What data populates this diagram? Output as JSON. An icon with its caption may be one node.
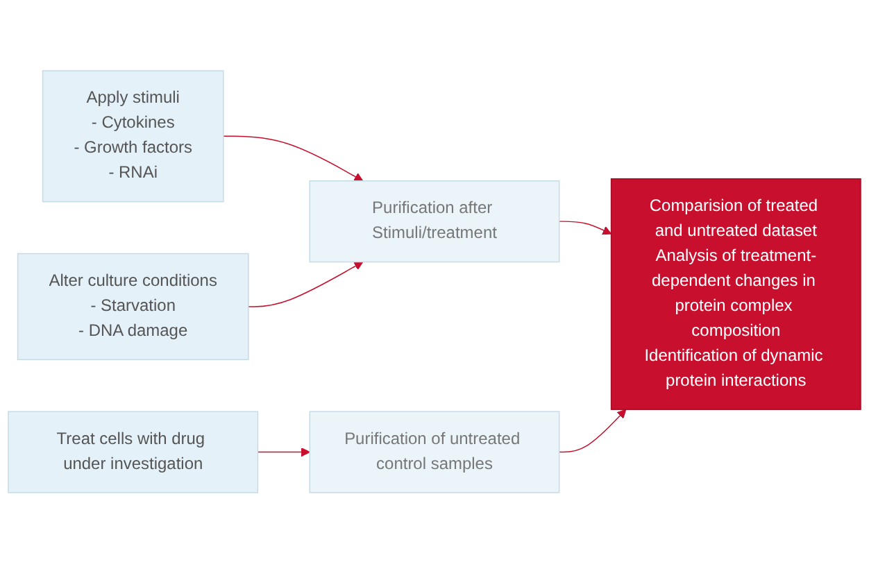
{
  "diagram": {
    "nodes": [
      {
        "text": [
          "Apply stimuli",
          "- Cytokines",
          "- Growth factors",
          "- RNAi"
        ]
      },
      {
        "text": [
          "Alter culture conditions",
          "- Starvation",
          "- DNA damage"
        ]
      },
      {
        "text": [
          "Treat cells with drug under investigation"
        ]
      },
      {
        "text": [
          "Purification after Stimuli/treatment"
        ]
      },
      {
        "text": [
          "Purification of untreated control samples"
        ]
      },
      {
        "text": [
          "Comparision of treated and untreated dataset",
          "Analysis of treatment-dependent changes in protein complex composition",
          "Identification of dynamic protein interactions"
        ]
      }
    ],
    "edges": [
      {
        "from": 0,
        "to": 3,
        "arrow": "to"
      },
      {
        "from": 1,
        "to": 3,
        "arrow": "to"
      },
      {
        "from": 2,
        "to": 4,
        "arrow": "to"
      },
      {
        "from": 3,
        "to": 5,
        "arrow": "to"
      },
      {
        "from": 4,
        "to": 5,
        "arrow": "to"
      }
    ]
  }
}
